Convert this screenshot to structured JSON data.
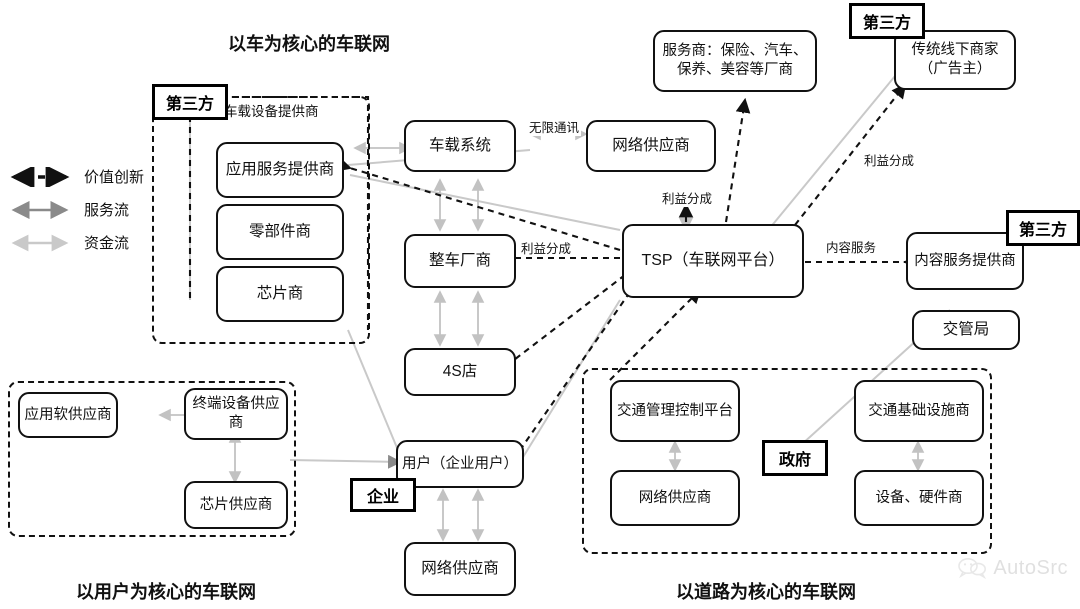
{
  "titles": {
    "car": "以车为核心的车联网",
    "user": "以用户为核心的车联网",
    "road": "以道路为核心的车联网"
  },
  "legend": {
    "items": [
      {
        "name": "value-innovation",
        "label": "价值创新",
        "style": "dashed-black",
        "color": "#111111"
      },
      {
        "name": "service-flow",
        "label": "服务流",
        "style": "solid-gray",
        "color": "#8a8a8a"
      },
      {
        "name": "capital-flow",
        "label": "资金流",
        "style": "solid-lightgray",
        "color": "#c9c9c9"
      }
    ]
  },
  "badges": {
    "third_party_left": "第三方",
    "third_party_top_right": "第三方",
    "third_party_right": "第三方",
    "enterprise": "企业",
    "government": "政府"
  },
  "captions": {
    "onboard_device_supplier": "车载设备提供商"
  },
  "edge_labels": {
    "wireless_comm": "无限通讯",
    "profit_share_net": "利益分成",
    "profit_share_oem": "利益分成",
    "profit_share_ad": "利益分成",
    "content_service": "内容服务"
  },
  "nodes": {
    "app_service_provider": "应用服务提供商",
    "parts_supplier": "零部件商",
    "chip_maker": "芯片商",
    "onboard_system": "车载系统",
    "oem": "整车厂商",
    "dealer_4s": "4S店",
    "network_supplier_top": "网络供应商",
    "service_providers": "服务商：保险、汽车、保养、美容等厂商",
    "offline_merchant": "传统线下商家（广告主）",
    "tsp": "TSP（车联网平台）",
    "content_service_provider": "内容服务提供商",
    "traffic_bureau": "交管局",
    "app_software_supplier": "应用软供应商",
    "terminal_device_supplier": "终端设备供应商",
    "chip_supplier": "芯片供应商",
    "user": "用户（企业用户）",
    "network_supplier_user": "网络供应商",
    "traffic_control_platform": "交通管理控制平台",
    "network_supplier_road": "网络供应商",
    "transport_infra_provider": "交通基础设施商",
    "equipment_hardware": "设备、硬件商"
  },
  "watermark": {
    "text": "AutoSrc",
    "icon": "wechat-bubble-icon"
  }
}
